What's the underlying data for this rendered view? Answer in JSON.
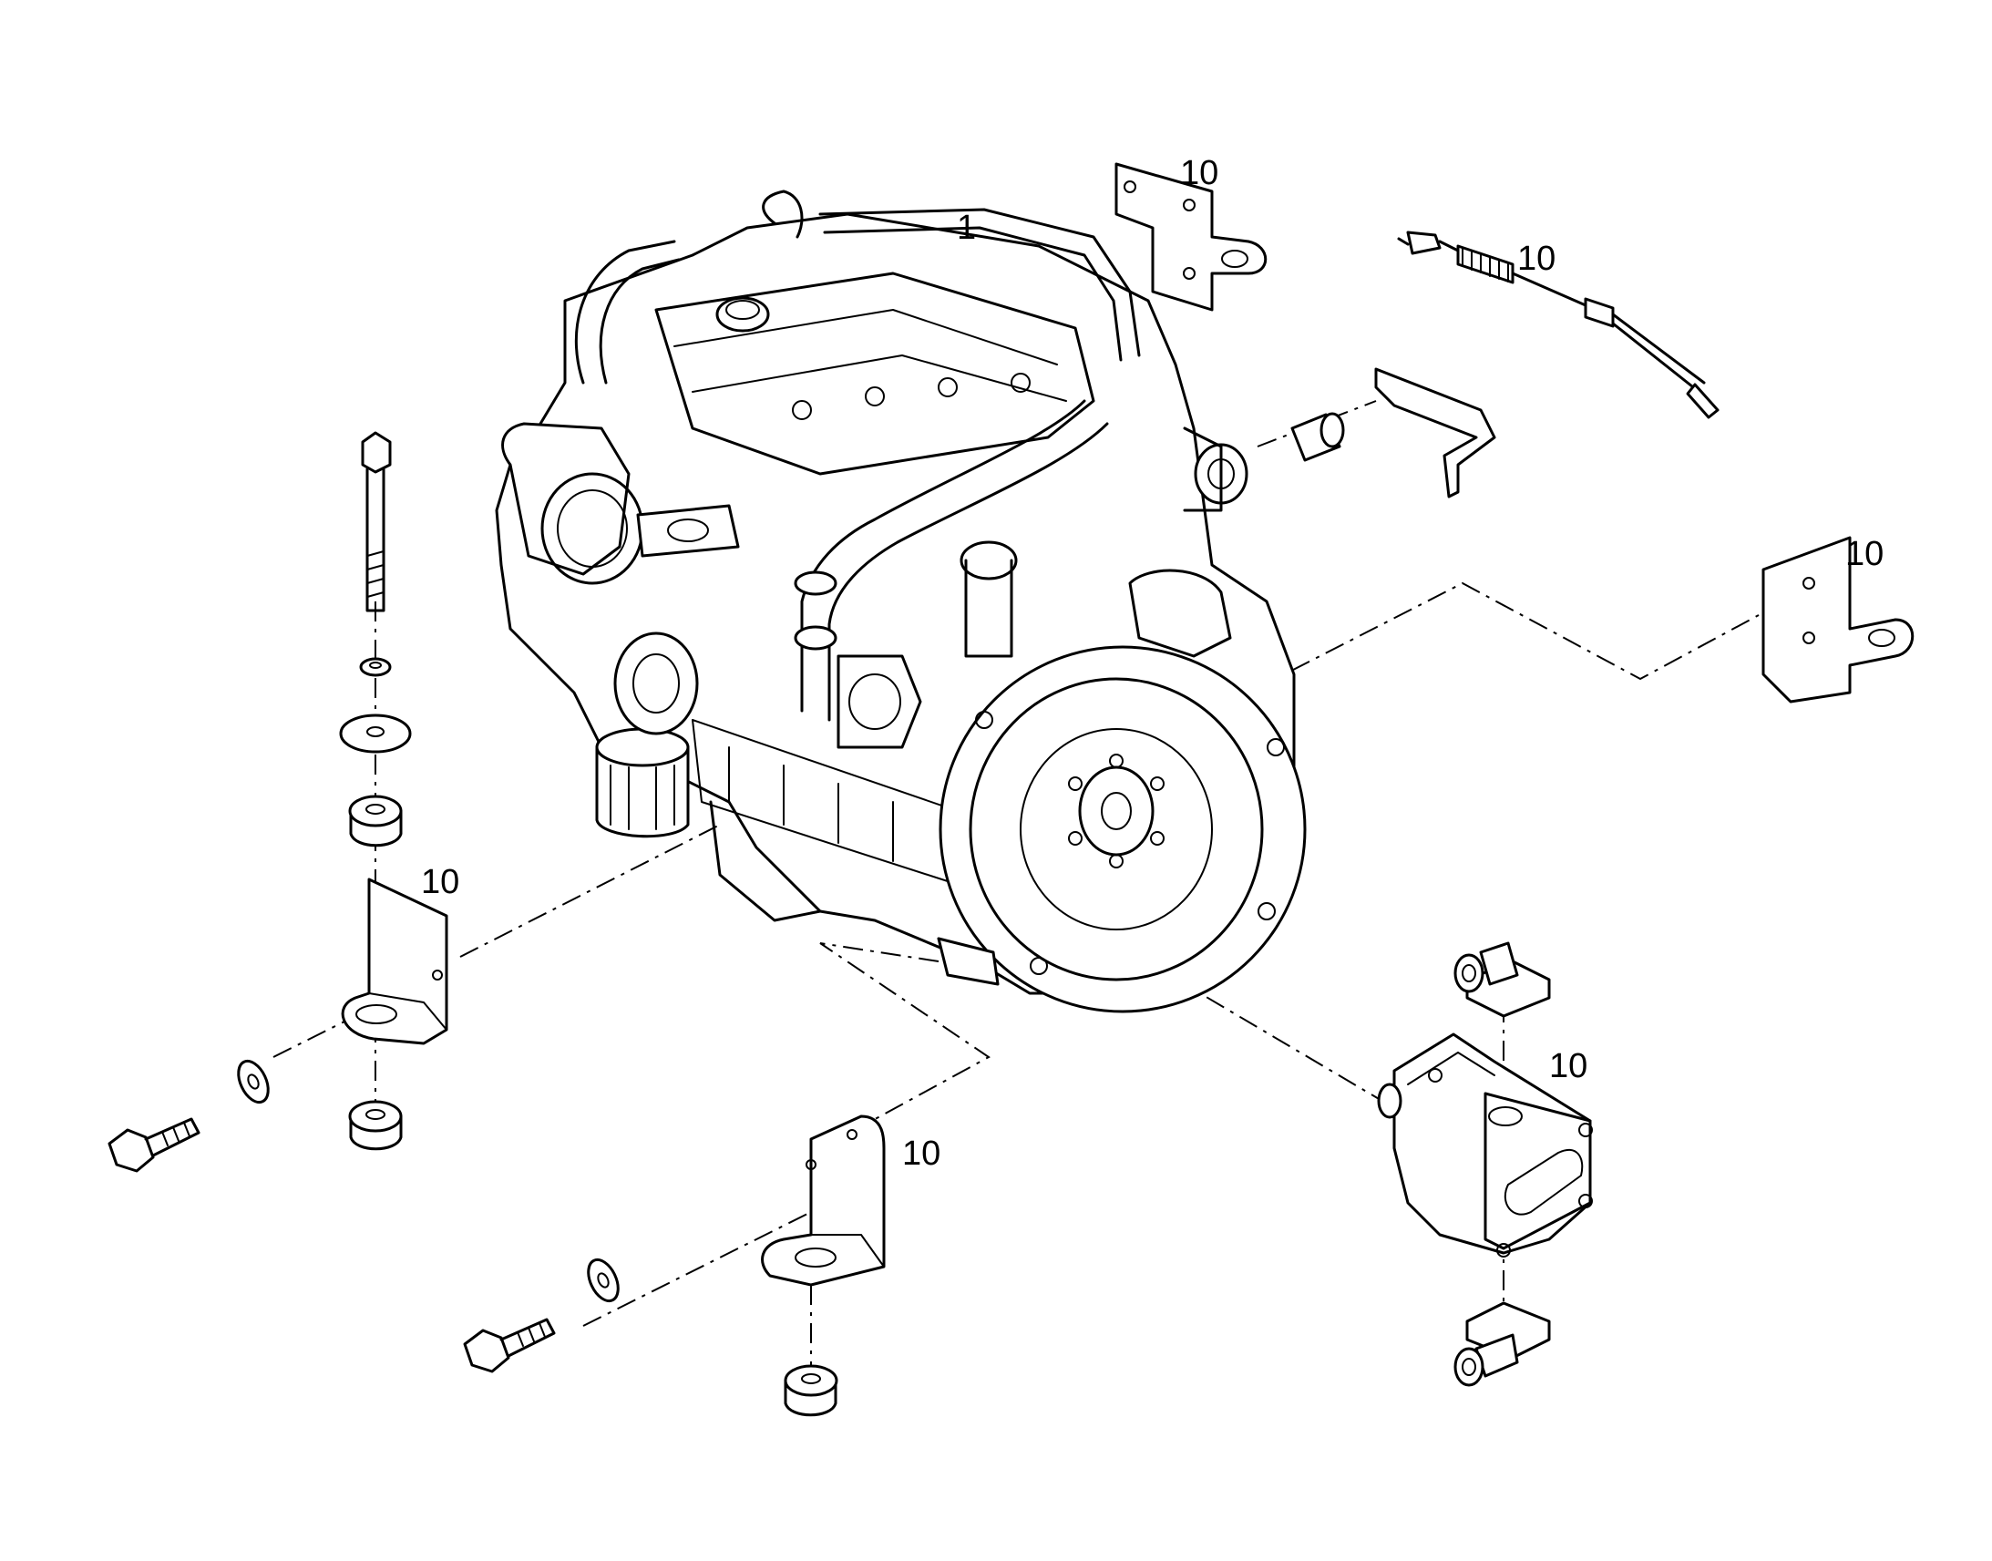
{
  "callouts": {
    "engine": "1",
    "bracket_top": "10",
    "throttle_cable": "10",
    "bracket_right": "10",
    "mount_left": "10",
    "bracket_front": "10",
    "hydraulic_pump": "10"
  }
}
